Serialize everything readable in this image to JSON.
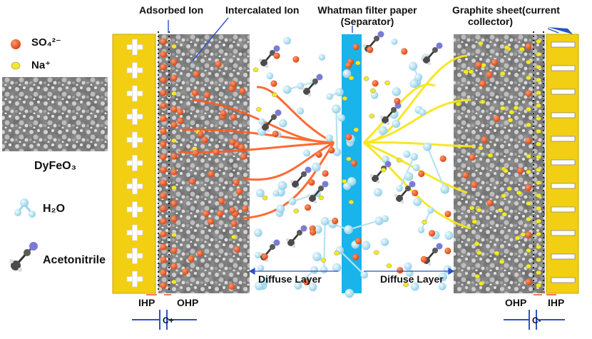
{
  "labels": {
    "adsorbed_ion": "Adsorbed Ion",
    "intercalated_ion": "Intercalated Ion",
    "separator_line1": "Whatman filter paper",
    "separator_line2": "(Separator)",
    "graphite_line1": "Graphite sheet(current",
    "graphite_line2": "collector)",
    "diffuse_layer_left": "Diffuse Layer",
    "diffuse_layer_right": "Diffuse Layer",
    "ihp_left": "IHP",
    "ohp_left": "OHP",
    "ohp_right": "OHP",
    "ihp_right": "IHP",
    "cap_left": "C+",
    "cap_right": "C-"
  },
  "legend": {
    "sulfate": "SO₄²⁻",
    "sodium": "Na⁺",
    "material": "DyFeO₃",
    "water": "H₂O",
    "acetonitrile": "Acetonitrile"
  },
  "colors": {
    "collector_gold": "#f2cf12",
    "separator_blue": "#19b4ea",
    "sulfate_orange": "#e8501c",
    "sodium_yellow": "#f3ea1e",
    "red_field": "#ff5a1e",
    "yellow_field": "#f8e61a",
    "water_blue": "#a9dbee",
    "circuit_blue": "#2a52c8"
  },
  "icons": {
    "positive": "plus-icon",
    "negative": "minus-icon"
  }
}
